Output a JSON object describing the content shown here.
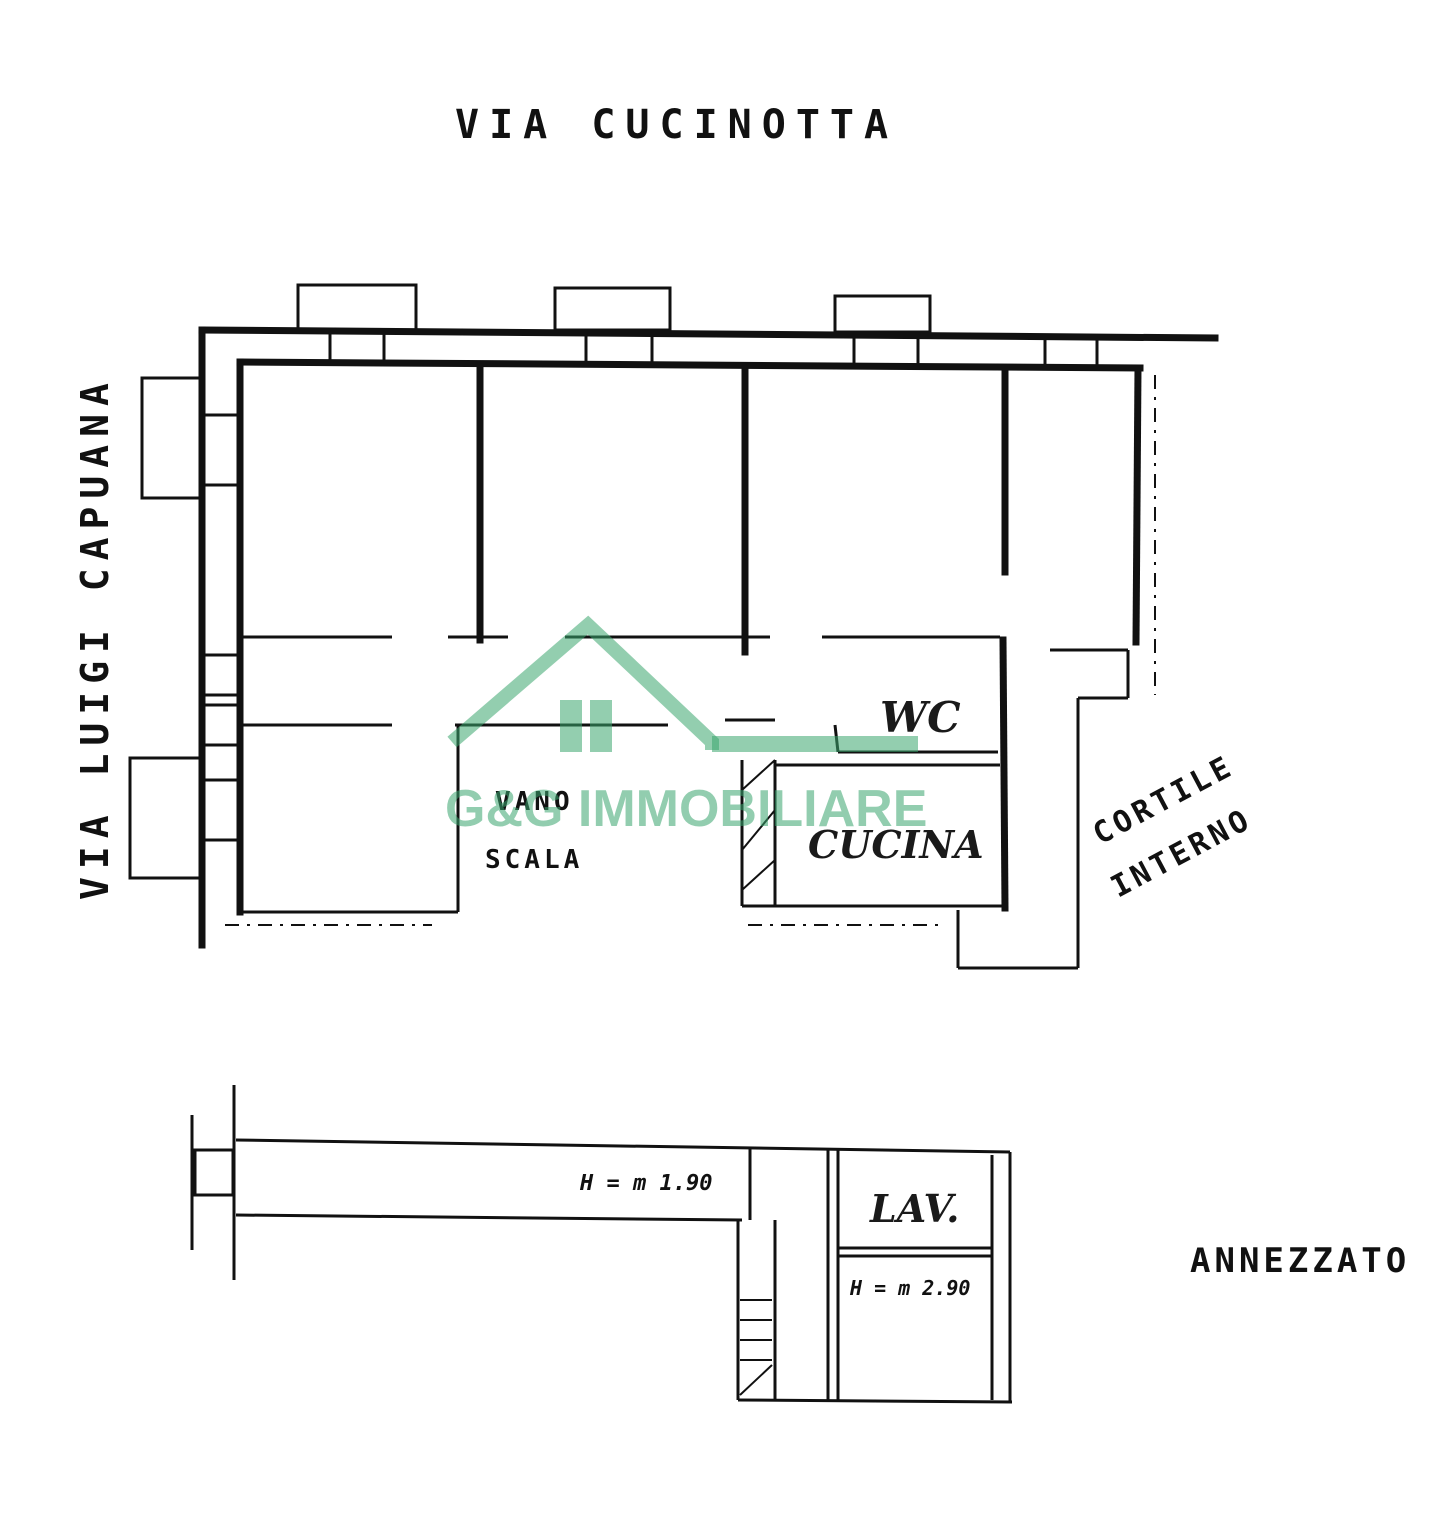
{
  "streets": {
    "top": "VIA CUCINOTTA",
    "left": "VIA LUIGI CAPUANA"
  },
  "rooms": {
    "wc": "WC",
    "cucina": "CUCINA",
    "lav": "LAV."
  },
  "annotations": {
    "vano_scala_line1": "VANO",
    "vano_scala_line2": "SCALA",
    "cortile_line1": "CORTILE",
    "cortile_line2": "INTERNO",
    "height_corridor": "H = m 1.90",
    "height_room": "H = m 2.90",
    "annex": "ANNEZZATO"
  },
  "watermark": {
    "text": "G&G IMMOBILIARE",
    "color": "#3aa56e"
  }
}
